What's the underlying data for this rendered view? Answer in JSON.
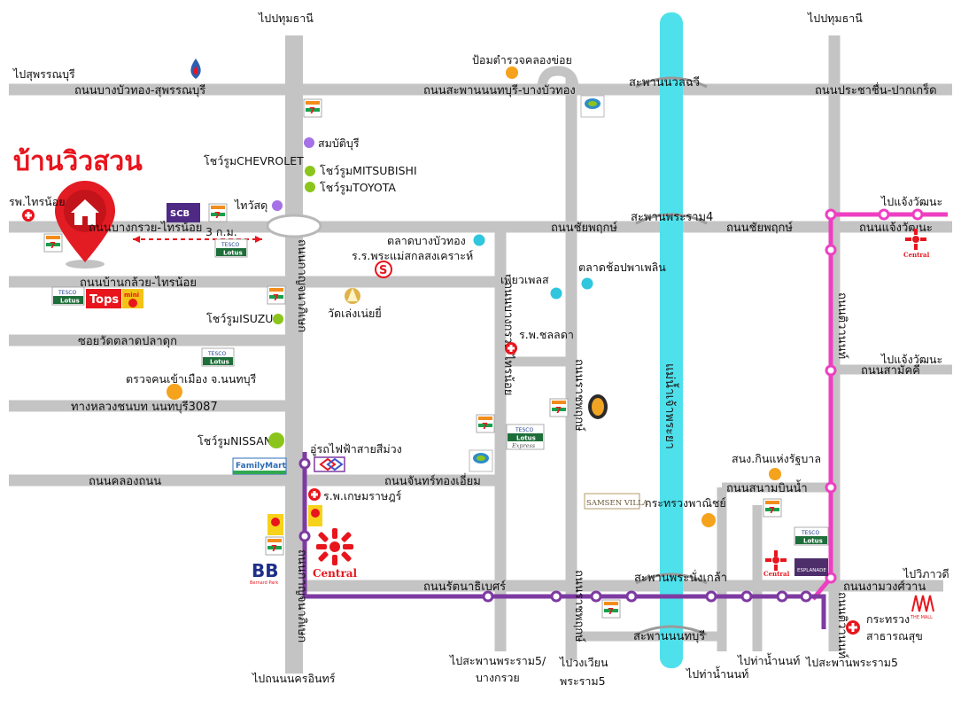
{
  "title": "บ้านวิวสวน",
  "colors": {
    "road": "#c4c4c4",
    "river": "#4ee1ec",
    "pink_line": "#ee3fc2",
    "purple_line": "#7d3aa1",
    "title_red": "#e8151d",
    "poi_orange": "#f5a21c",
    "poi_cyan": "#2fc6de",
    "poi_green": "#8bc51c",
    "poi_purple": "#a571e6"
  },
  "directions": {
    "top_left_pathum": "ไปปทุมธานี",
    "top_right_pathum": "ไปปทุมธานี",
    "suphan": "ไปสุพรรณบุรี",
    "chaengwattana_1": "ไปแจ้งวัฒนะ",
    "chaengwattana_2": "ไปแจ้งวัฒนะ",
    "vibhavadi": "ไปวิภาวดี",
    "nonthaburi_bottom": "ไปถนนนครอินทร์",
    "rama5_bridge_1": "ไปสะพานพระราม5/",
    "rama5_bridge_2": "บางกรวย",
    "roundabout_rama5_1": "ไปวงเวียน",
    "roundabout_rama5_2": "พระราม5",
    "pier_1": "ไปท่าน้ำนนท์",
    "pier_2": "ไปท่าน้ำนนท์",
    "rama5_bridge_right": "ไปสะพานพระราม5"
  },
  "roads": {
    "bangbuathong_suphan": "ถนนบางบัวทอง-สุพรรณบุรี",
    "saphan_nonthaburi_bangbuathong": "ถนนสะพานนนทบุรี-บางบัวทอง",
    "prachachuen_pakkret": "ถนนประชาชื่น-ปากเกร็ด",
    "bangkruai_sainoi": "ถนนบางกรวย-ไทรน้อย",
    "chaiyaphruek_1": "ถนนชัยพฤกษ์",
    "chaiyaphruek_2": "ถนนชัยพฤกษ์",
    "chaengwattana": "ถนนแจ้งวัฒนะ",
    "ban_kluay_sainoi": "ถนนบ้านกล้วย-ไทรน้อย",
    "soi_wat_taladpladuk": "ซอยวัดตลาดปลาดุก",
    "highway_3087": "ทางหลวงชนบท นนทบุรี3087",
    "khlong_thanon": "ถนนคลองถนน",
    "chan_thongiam": "ถนนจันทร์ทองเอี่ยม",
    "rattanathibet": "ถนนรัตนาธิเบศร์",
    "ngamwongwan": "ถนนงามวงศ์วาน",
    "sanambinnam": "ถนนสนามบินน้ำ",
    "samakkhi": "ถนนสามัคคี",
    "kanchanaphisek_1": "ถนนกาญจนาภิเษก",
    "kanchanaphisek_2": "ถนนกาญจนาภิเษก",
    "bangkruai_sainoi_v": "ถนนบางกรวย-ไทรน้อย",
    "ratchaphruek_1": "ถนนราชพฤกษ์",
    "ratchaphruek_2": "ถนนราชพฤกษ์",
    "tiwanon": "ถนนติวานนท์",
    "tiwanon_2": "ถนนติวานนท์"
  },
  "bridges": {
    "mahasawat": "สะพานนวลฉวี",
    "rama4": "สะพานพระราม4",
    "phranangklao": "สะพานพระนั่งเกล้า",
    "nonthaburi": "สะพานนนทบุรี"
  },
  "river_label": "แม่น้ำเจ้าพระยา",
  "distance": "3 ก.ม.",
  "pois": {
    "police_khlong_khoi": "ป้อมตำรวจคลองข่อย",
    "sombattiburi": "สมบัติบุรี",
    "chevrolet": "โชว์รูมCHEVROLET",
    "mitsubishi": "โชว์รูมMITSUBISHI",
    "toyota": "โชว์รูมTOYOTA",
    "thaiwatsadu": "ไทวัสดุ",
    "hospital_sainoi": "รพ.ไทรน้อย",
    "talad_bangbuathong": "ตลาดบางบัวทอง",
    "school_phraemae": "ร.ร.พระแม่สกลสงเคราะห์",
    "talad_chopphaphlin": "ตลาดช้อปพาเพลิน",
    "phiaopless": "เพียวเพลส",
    "wat_lengnoei": "วัดเล่งเน่ยยี่",
    "isuzu": "โชว์รูมISUZU",
    "hospital_chonlada": "ร.พ.ชลลดา",
    "immigration": "ตรวจคนเข้าเมือง จ.นนทบุรี",
    "nissan": "โชว์รูมNISSAN",
    "depot_purple": "อู่รถไฟฟ้าสายสีม่วง",
    "hospital_kasemrad": "ร.พ.เกษมราษฎร์",
    "mof": "สนง.กินแห่งรัฐบาล",
    "ministry_commerce": "กระทรวงพาณิชย์",
    "ministry_health_1": "กระทรวง",
    "ministry_health_2": "สาธารณสุข",
    "samsen_villa": "SAMSEN VILLA"
  },
  "brands": {
    "tesco": "TESCO",
    "lotus": "Lotus",
    "express": "Express",
    "tops": "Tops",
    "mini": "mini",
    "scb": "SCB",
    "familymart": "FamilyMart",
    "central": "Central",
    "bb": "BB",
    "bb_sub": "Bernard Park",
    "esplanade": "ESPLANADE",
    "seven": "7",
    "mall": "THE MALL"
  }
}
